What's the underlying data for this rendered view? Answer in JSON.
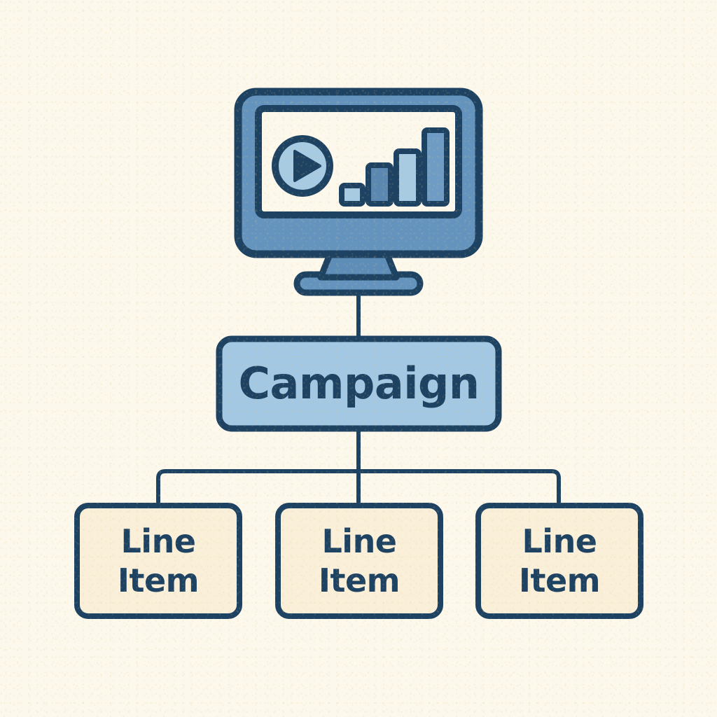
{
  "diagram": {
    "title": "Campaign to Line Item hierarchy",
    "background_color": "#FDF8EC",
    "stroke_color": "#1D4262",
    "icon": {
      "name": "video-analytics-monitor-icon",
      "bezel_color": "#6494BE",
      "screen_color": "#FDF8EC",
      "play_circle_fill": "#A8CBE4",
      "play_triangle_color": "#1D4262",
      "bars": [
        {
          "name": "bar-1",
          "fill": "#A8CBE4",
          "height_ratio": 0.23
        },
        {
          "name": "bar-2",
          "fill": "#5B88B0",
          "height_ratio": 0.52
        },
        {
          "name": "bar-3",
          "fill": "#A8CBE4",
          "height_ratio": 0.7
        },
        {
          "name": "bar-4",
          "fill": "#6F9CC4",
          "height_ratio": 1.0
        }
      ]
    },
    "root": {
      "label": "Campaign",
      "fill_color": "#A3C8E3",
      "text_color": "#1D4262"
    },
    "children": [
      {
        "label_line1": "Line",
        "label_line2": "Item",
        "fill_color": "#FAEFD9",
        "text_color": "#1D4262"
      },
      {
        "label_line1": "Line",
        "label_line2": "Item",
        "fill_color": "#FAEFD9",
        "text_color": "#1D4262"
      },
      {
        "label_line1": "Line",
        "label_line2": "Item",
        "fill_color": "#FAEFD9",
        "text_color": "#1D4262"
      }
    ],
    "connectors": {
      "name": "tree-connector-lines",
      "stroke_color": "#1D4262",
      "stroke_width": 6
    }
  }
}
